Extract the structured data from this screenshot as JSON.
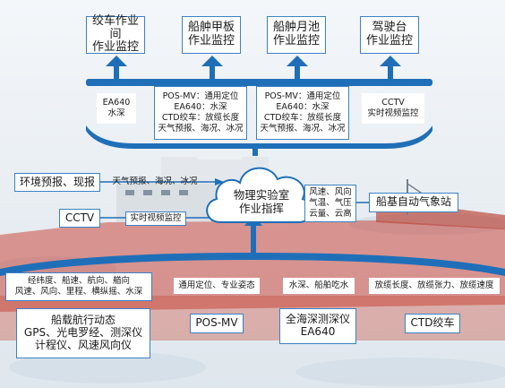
{
  "top_targets": [
    {
      "label": "绞车作业间\n作业监控"
    },
    {
      "label": "船舯甲板\n作业监控"
    },
    {
      "label": "船舯月池\n作业监控"
    },
    {
      "label": "驾驶台\n作业监控"
    }
  ],
  "top_data": [
    {
      "lines": [
        "EA640",
        "水深"
      ]
    },
    {
      "lines": [
        "POS-MV：通用定位",
        "EA640：水深",
        "CTD绞车：放缆长度",
        "天气预报、海况、冰况"
      ]
    },
    {
      "lines": [
        "POS-MV：通用定位",
        "EA640：水深",
        "CTD绞车：放缆长度",
        "天气预报、海况、冰况"
      ]
    },
    {
      "lines": [
        "CCTV",
        "实时视频监控"
      ]
    }
  ],
  "center": {
    "label": "物理实验室\n作业指挥"
  },
  "left_sources": [
    {
      "label": "环境预报、现报",
      "data": "天气预报、海况、冰况"
    },
    {
      "label": "CCTV",
      "data": "实时视频监控"
    }
  ],
  "right_source": {
    "label": "船基自动气象站",
    "data_lines": [
      "风速、风向",
      "气温、气压",
      "云量、云高"
    ]
  },
  "bottom_data": [
    {
      "lines": [
        "经纬度、船速、航向、艏向",
        "风速、风向、里程、横纵摇、水深"
      ]
    },
    {
      "lines": [
        "通用定位、专业姿态"
      ]
    },
    {
      "lines": [
        "水深、船舶吃水"
      ]
    },
    {
      "lines": [
        "放缆长度、放缆张力、放缆速度"
      ]
    }
  ],
  "bottom_sources": [
    {
      "label": "船载航行动态\nGPS、光电罗经、测深仪\n计程仪、风速风向仪"
    },
    {
      "label": "POS-MV"
    },
    {
      "label": "全海深测深仪\nEA640"
    },
    {
      "label": "CTD绞车"
    }
  ],
  "colors": {
    "arrow": "#1f6fb8",
    "border": "#3b82c4",
    "cloud_stroke": "#1f6fb8"
  }
}
